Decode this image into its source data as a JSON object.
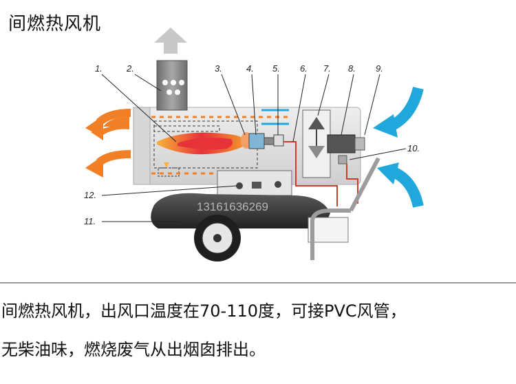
{
  "title": "间燃热风机",
  "caption": {
    "line1": "间燃热风机，出风口温度在70-110度，可接PVC风管，",
    "line2": "无柴油味，燃烧废气从出烟囱排出。"
  },
  "labels": [
    "1.",
    "2.",
    "3.",
    "4.",
    "5.",
    "6.",
    "7.",
    "8.",
    "9.",
    "10.",
    "11.",
    "12."
  ],
  "watermark": "13161636269",
  "colors": {
    "hot_air": "#f07f25",
    "cold_air": "#20a7dc",
    "exhaust": "#c8c8c8",
    "flame_core": "#e8323a",
    "flame_outer": "#f6b23a"
  }
}
